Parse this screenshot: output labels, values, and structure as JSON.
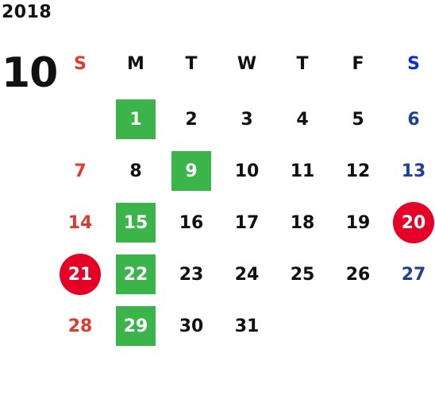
{
  "year": "2018",
  "month": "10",
  "colors": {
    "sunday": "#e03a2f",
    "saturday": "#1f3f99",
    "saturday_header": "#0a2fd6",
    "weekday": "#111111",
    "green_highlight": "#3bb54a",
    "red_circle": "#e60027"
  },
  "weekdays": [
    "S",
    "M",
    "T",
    "W",
    "T",
    "F",
    "S"
  ],
  "weeks": [
    [
      {
        "d": ""
      },
      {
        "d": "1",
        "mark": "green"
      },
      {
        "d": "2"
      },
      {
        "d": "3"
      },
      {
        "d": "4"
      },
      {
        "d": "5"
      },
      {
        "d": "6"
      }
    ],
    [
      {
        "d": "7"
      },
      {
        "d": "8"
      },
      {
        "d": "9",
        "mark": "green"
      },
      {
        "d": "10"
      },
      {
        "d": "11"
      },
      {
        "d": "12"
      },
      {
        "d": "13"
      }
    ],
    [
      {
        "d": "14"
      },
      {
        "d": "15",
        "mark": "green"
      },
      {
        "d": "16"
      },
      {
        "d": "17"
      },
      {
        "d": "18"
      },
      {
        "d": "19"
      },
      {
        "d": "20",
        "mark": "circle"
      }
    ],
    [
      {
        "d": "21",
        "mark": "circle"
      },
      {
        "d": "22",
        "mark": "green"
      },
      {
        "d": "23"
      },
      {
        "d": "24"
      },
      {
        "d": "25"
      },
      {
        "d": "26"
      },
      {
        "d": "27"
      }
    ],
    [
      {
        "d": "28"
      },
      {
        "d": "29",
        "mark": "green"
      },
      {
        "d": "30"
      },
      {
        "d": "31"
      },
      {
        "d": ""
      },
      {
        "d": ""
      },
      {
        "d": ""
      }
    ]
  ]
}
